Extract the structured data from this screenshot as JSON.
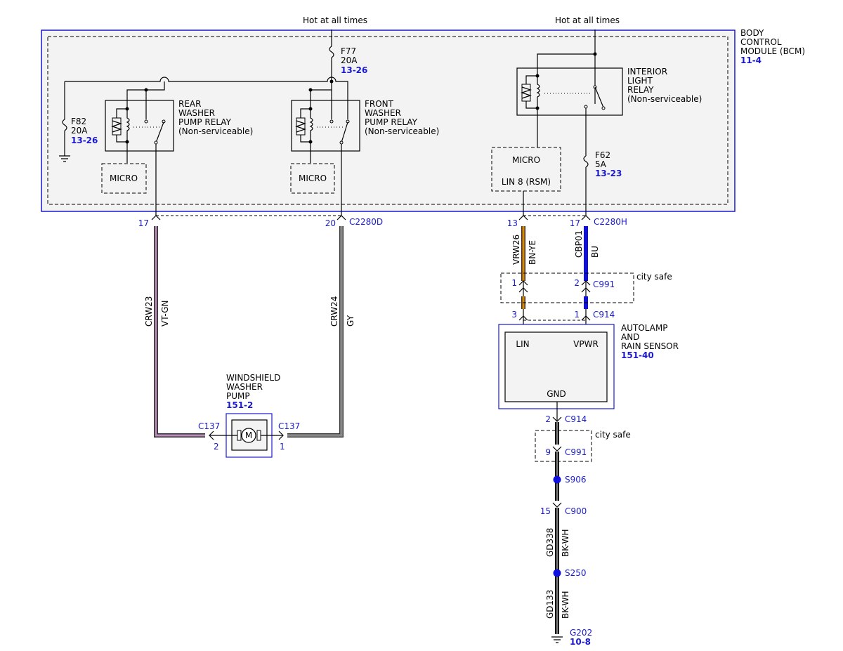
{
  "feeds": {
    "left": "Hot at all times",
    "right": "Hot at all times"
  },
  "bcm": {
    "line1": "BODY",
    "line2": "CONTROL",
    "line3": "MODULE (BCM)",
    "ref": "11-4"
  },
  "fuses": {
    "f77": {
      "name": "F77",
      "rating": "20A",
      "ref": "13-26"
    },
    "f82": {
      "name": "F82",
      "rating": "20A",
      "ref": "13-26"
    },
    "f62": {
      "name": "F62",
      "rating": "5A",
      "ref": "13-23"
    }
  },
  "relays": {
    "rear": {
      "l1": "REAR",
      "l2": "WASHER",
      "l3": "PUMP RELAY",
      "l4": "(Non-serviceable)"
    },
    "front": {
      "l1": "FRONT",
      "l2": "WASHER",
      "l3": "PUMP RELAY",
      "l4": "(Non-serviceable)"
    },
    "interior": {
      "l1": "INTERIOR",
      "l2": "LIGHT",
      "l3": "RELAY",
      "l4": "(Non-serviceable)"
    }
  },
  "micro": {
    "rear": "MICRO",
    "front": "MICRO",
    "right": "MICRO",
    "right_sub": "LIN 8 (RSM)"
  },
  "connectors": {
    "c2280d": "C2280D",
    "c2280h": "C2280H",
    "pin17_left": "17",
    "pin20": "20",
    "pin13": "13",
    "pin17_right": "17",
    "c991": "C991",
    "c991_pin_lin": "1",
    "c991_pin_vpwr": "2",
    "c914": "C914",
    "c914_pin_lin": "3",
    "c914_pin_vpwr": "1",
    "c137_left": "C137",
    "c137_right": "C137",
    "c137_pin_left": "2",
    "c137_pin_right": "1",
    "c914_gnd": "C914",
    "c914_gnd_pin": "2",
    "c991_gnd": "C991",
    "c991_gnd_pin": "9",
    "c900": "C900",
    "c900_pin": "15"
  },
  "city_safe": {
    "upper": "city safe",
    "lower": "city safe"
  },
  "wires": {
    "crw23": {
      "circuit": "CRW23",
      "color": "VT-GN"
    },
    "crw24": {
      "circuit": "CRW24",
      "color": "GY"
    },
    "vrw26": {
      "circuit": "VRW26",
      "color": "BN-YE"
    },
    "cbp01": {
      "circuit": "CBP01",
      "color": "BU"
    },
    "gd338": {
      "circuit": "GD338",
      "color": "BK-WH"
    },
    "gd133": {
      "circuit": "GD133",
      "color": "BK-WH"
    }
  },
  "pump": {
    "l1": "WINDSHIELD",
    "l2": "WASHER",
    "l3": "PUMP",
    "ref": "151-2",
    "motor": "M"
  },
  "sensor": {
    "l1": "AUTOLAMP",
    "l2": "AND",
    "l3": "RAIN SENSOR",
    "ref": "151-40",
    "lin": "LIN",
    "vpwr": "VPWR",
    "gnd": "GND"
  },
  "splices": {
    "s906": "S906",
    "s250": "S250"
  },
  "ground": {
    "name": "G202",
    "ref": "10-8"
  },
  "colors": {
    "blue": "#1a1acc",
    "violet_green": "#c070c0",
    "gray": "#777777",
    "brown_yellow": "#b35a00",
    "blue_wire": "#1010dd",
    "module_fill": "#f3f3f3"
  }
}
